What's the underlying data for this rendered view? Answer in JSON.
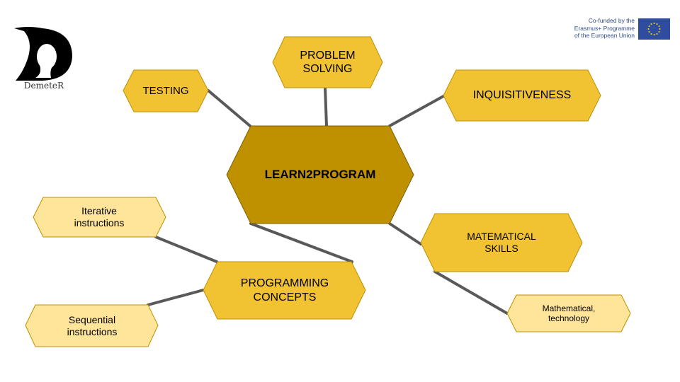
{
  "colors": {
    "center": "#bf9000",
    "primary": "#f1c232",
    "secondary": "#ffe599",
    "connector": "#595959",
    "stroke": "#bf9000"
  },
  "logo": {
    "text": "DemeteR"
  },
  "eu_badge": {
    "line1": "Co-funded by the",
    "line2": "Erasmus+ Programme",
    "line3": "of the European Union"
  },
  "nodes": {
    "center": "LEARN2PROGRAM",
    "problem_solving": "PROBLEM SOLVING",
    "testing": "TESTING",
    "inquisitiveness": "INQUISITIVENESS",
    "matematical_skills": "MATEMATICAL SKILLS",
    "math_tech": "Mathematical, technology",
    "programming_concepts": "PROGRAMMING CONCEPTS",
    "iterative": "Iterative instructions",
    "sequential": "Sequential instructions"
  }
}
